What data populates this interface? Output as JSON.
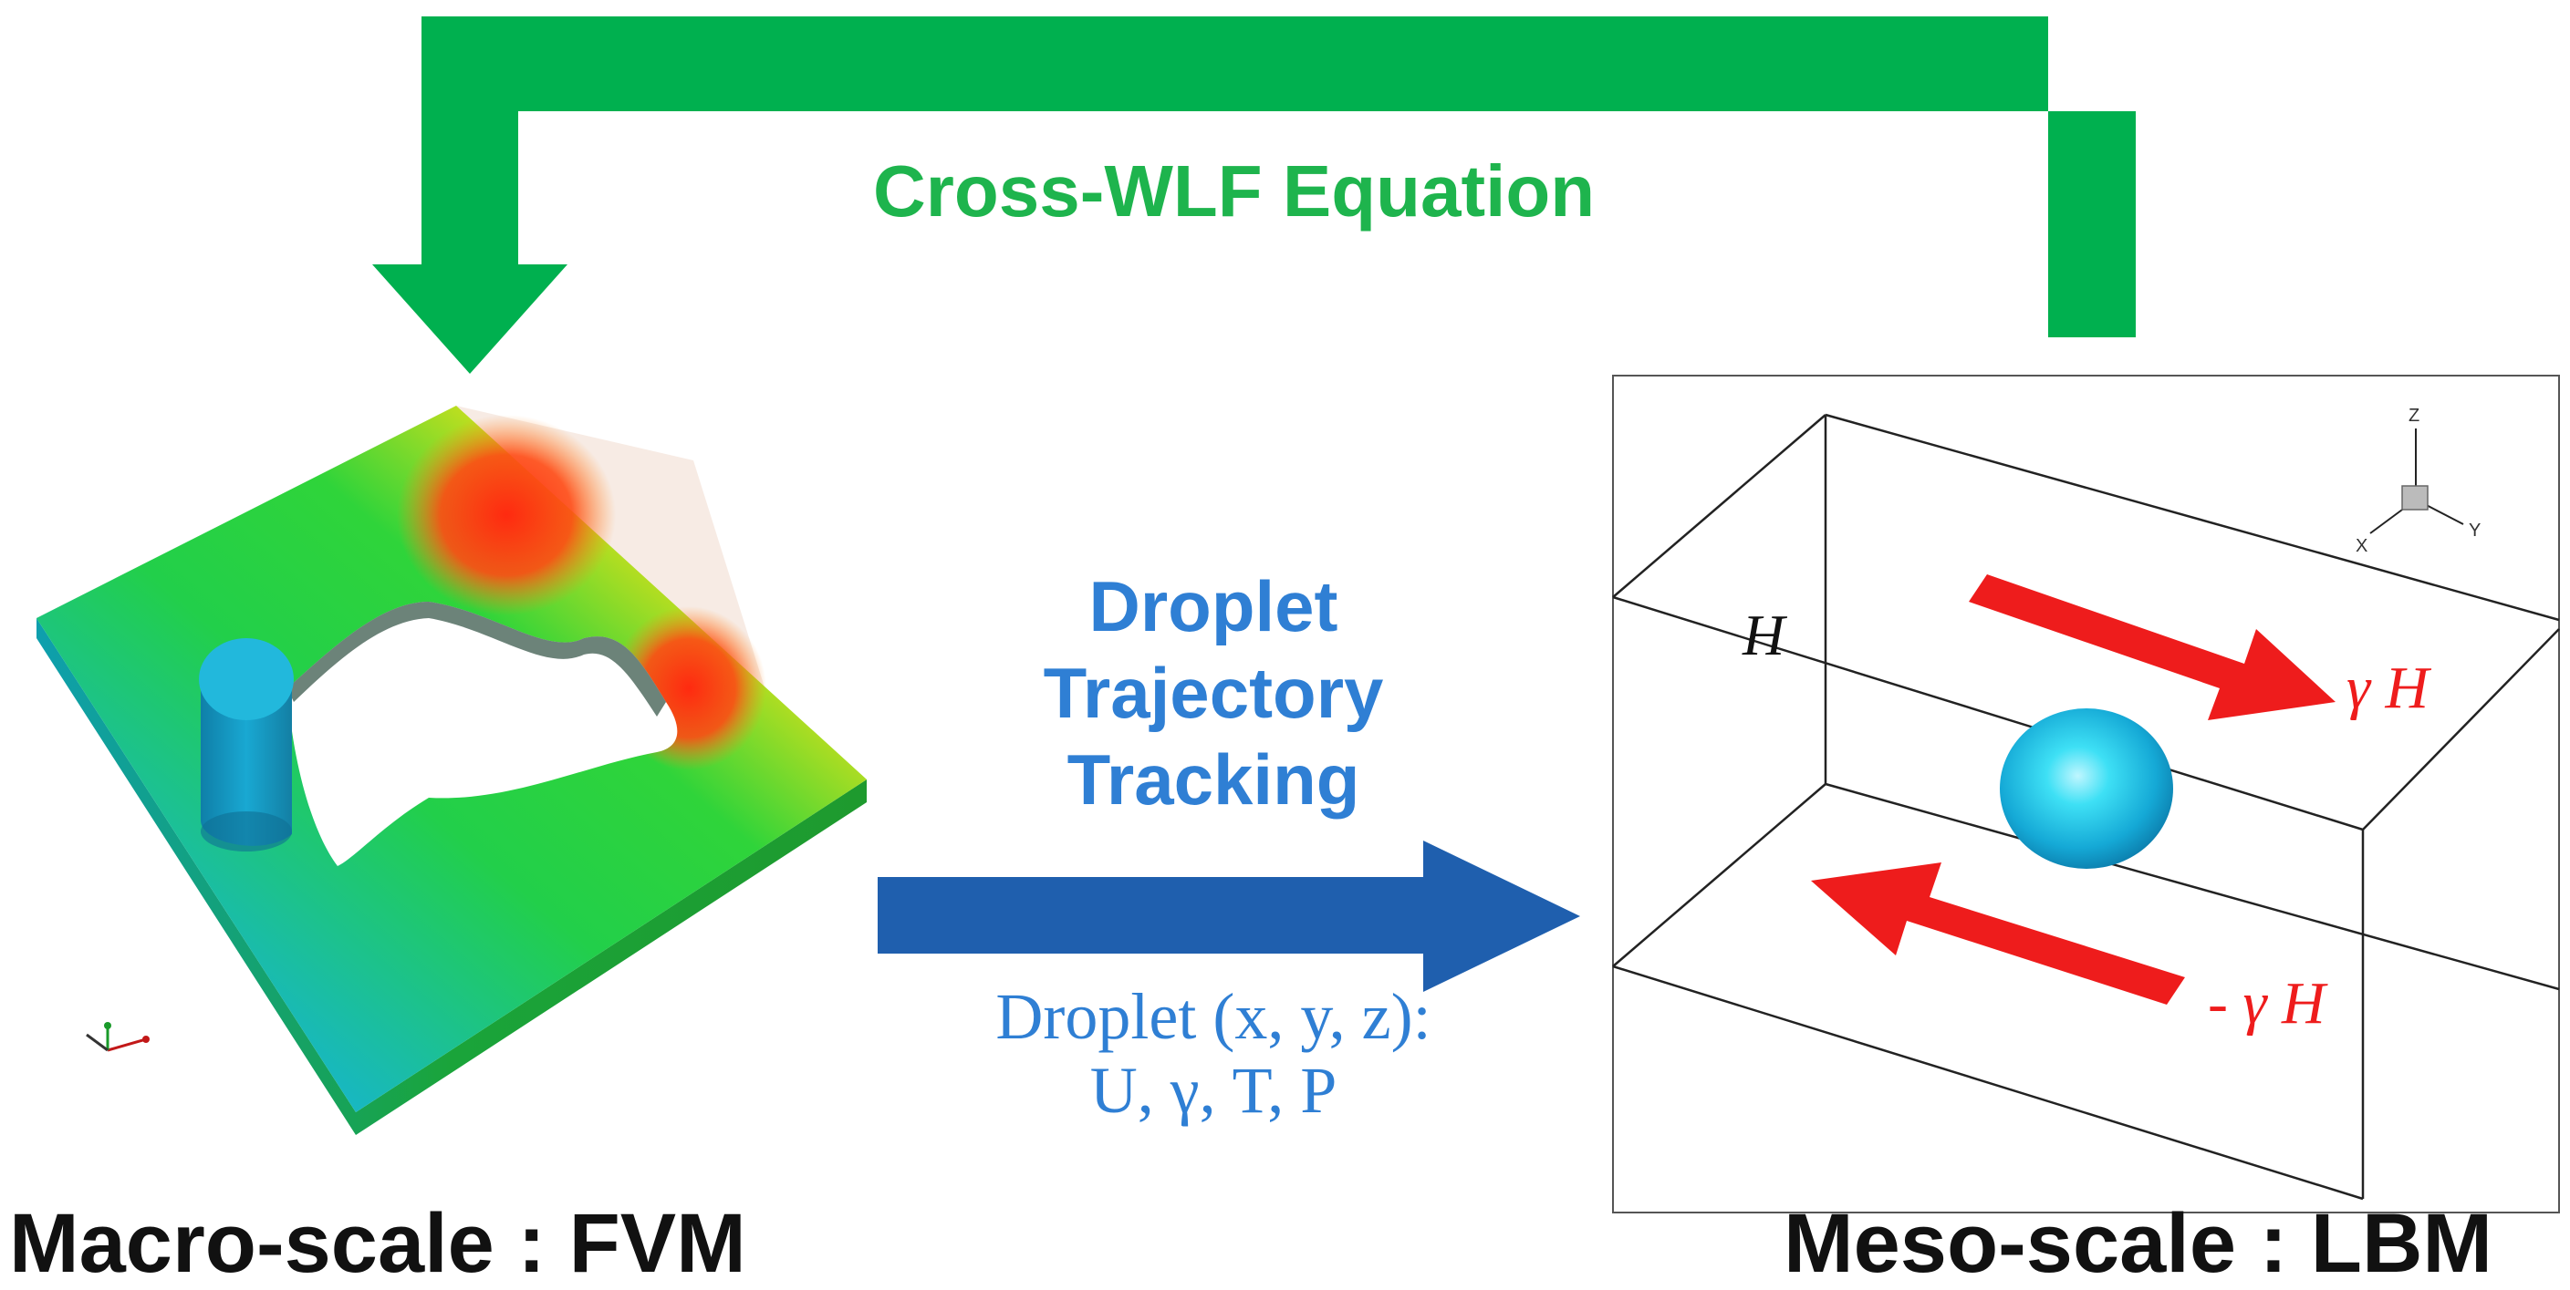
{
  "feedback_label": "Cross-WLF Equation",
  "tracking_label_lines": [
    "Droplet",
    "Trajectory",
    "Tracking"
  ],
  "droplet_coords_lines": [
    "Droplet (x, y, z):",
    "U, γ, T, P"
  ],
  "left_caption": "Macro-scale : FVM",
  "right_caption": "Meso-scale : LBM",
  "lbm_box": {
    "height_label": "H",
    "shear_top_label": "γ H",
    "shear_bottom_label": "- γ H",
    "axes": {
      "z": "Z",
      "x": "X",
      "y": "Y"
    }
  },
  "colors": {
    "feedback_arrow": "#00b04f",
    "feedback_text": "#1eb44d",
    "transfer_arrow": "#1f5fae",
    "transfer_text": "#2f7fd4",
    "shear_arrows": "#ee1c1c",
    "droplet_sphere": "#1fb8e0"
  }
}
